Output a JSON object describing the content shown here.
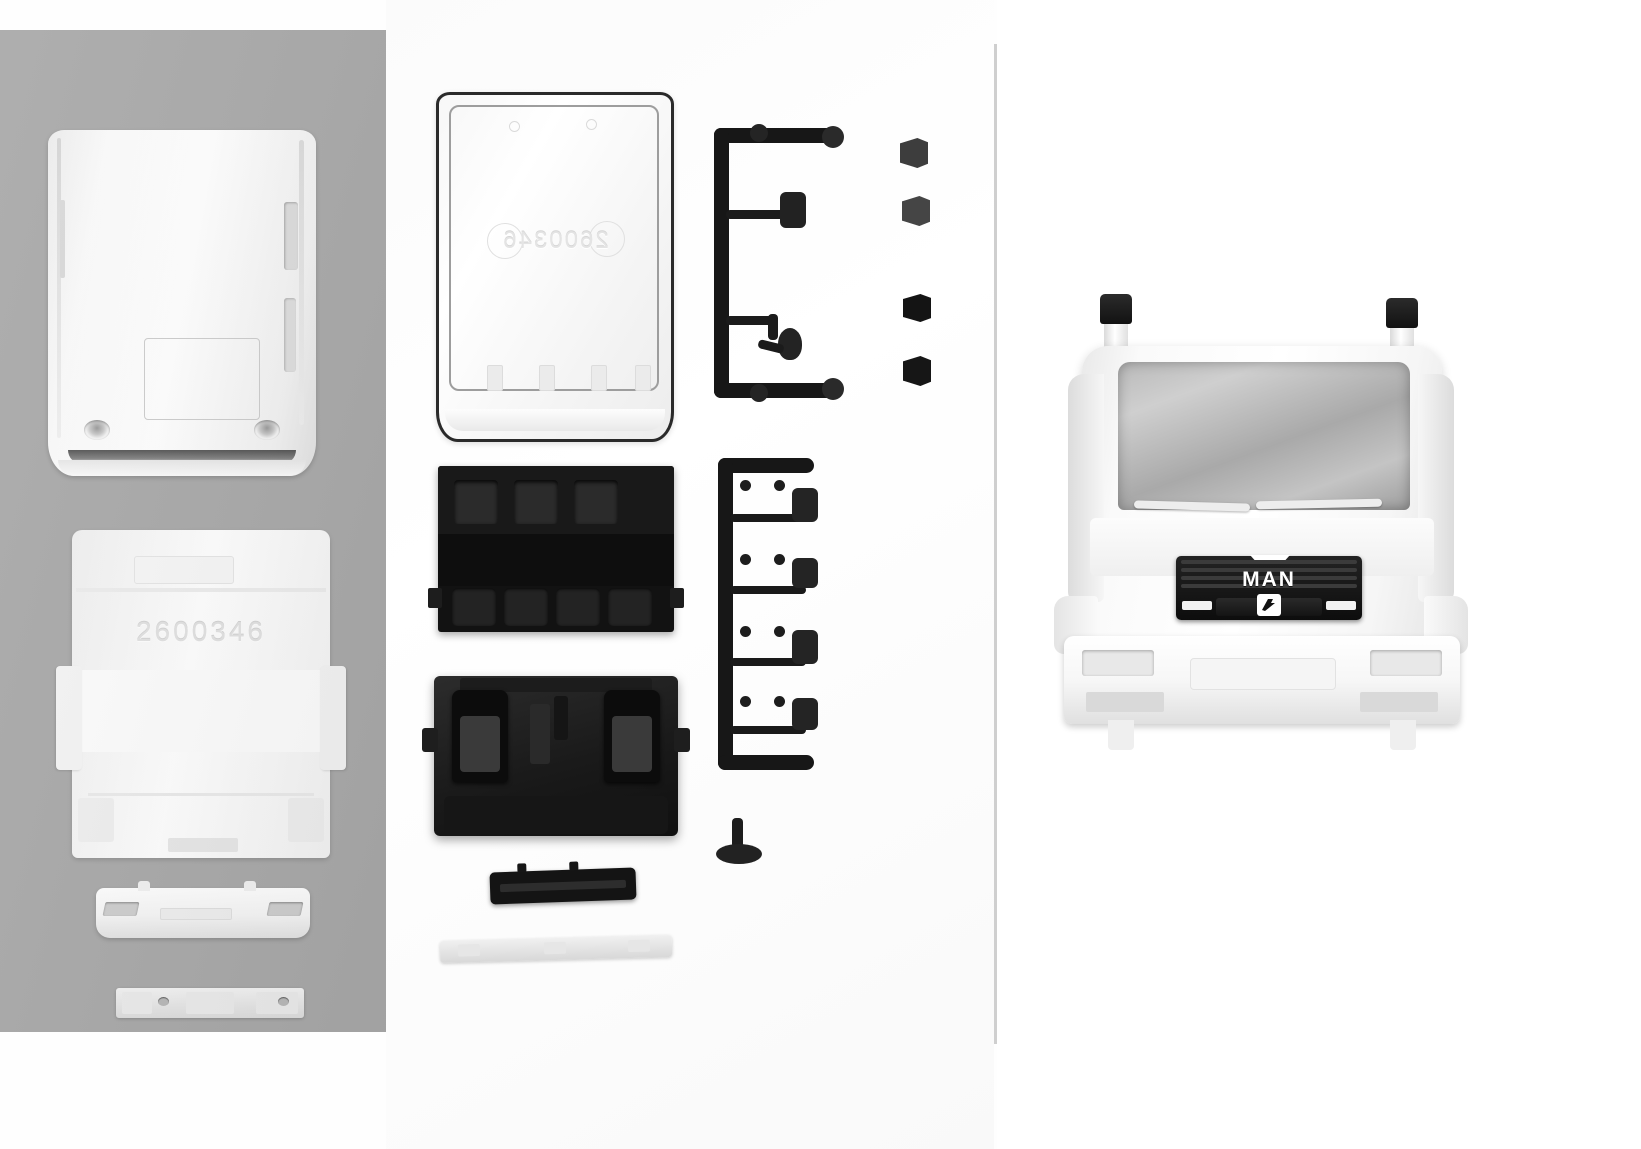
{
  "layout": {
    "panels": [
      {
        "id": "left",
        "name": "white-body-parts-grey-backdrop",
        "background": "#aaaaaa"
      },
      {
        "id": "center",
        "name": "black-sprue-parts-white-backdrop",
        "background": "#ffffff"
      },
      {
        "id": "right",
        "name": "assembled-cab",
        "background": "#ffffff"
      }
    ],
    "divider_color": "#cfcfcf"
  },
  "left_panel": {
    "parts": [
      {
        "name": "cab-roof-shell",
        "finish": "white-plastic"
      },
      {
        "name": "rear-wall-panel",
        "finish": "white-plastic",
        "molded_number": "2600346"
      },
      {
        "name": "front-bumper",
        "finish": "white-plastic"
      },
      {
        "name": "step-bracket",
        "finish": "white-plastic"
      }
    ],
    "molded_number": "2600346"
  },
  "center_panel": {
    "parts": [
      {
        "name": "windscreen-glazing-frame",
        "finish": "clear-plastic",
        "molded_number_mirrored": "2600346"
      },
      {
        "name": "mirror-arm-sprue-upper",
        "finish": "black-plastic"
      },
      {
        "name": "loose-fittings-column",
        "finish": "black-plastic",
        "count": 4
      },
      {
        "name": "dashboard-block",
        "finish": "black-plastic"
      },
      {
        "name": "interior-floor-with-seats",
        "finish": "black-plastic"
      },
      {
        "name": "mirror-arm-sprue-lower",
        "finish": "black-plastic"
      },
      {
        "name": "sill-trim-strip",
        "finish": "black-plastic"
      },
      {
        "name": "gear-knob-pedal-part",
        "finish": "black-plastic"
      },
      {
        "name": "grey-cross-member-bar",
        "finish": "grey-plastic"
      }
    ]
  },
  "right_panel": {
    "model": {
      "name": "assembled-truck-cab",
      "brand_text": "MAN",
      "grille_emblem": "man-lion",
      "body_color": "#ffffff",
      "glass_color": "#b4b4b4",
      "exhaust_cap_color": "#121212"
    }
  },
  "colors": {
    "grey_backdrop": "#aaaaaa",
    "white_backdrop": "#ffffff",
    "black_plastic": "#1b1b1b",
    "white_plastic": "#f3f3f3",
    "divider": "#cfcfcf"
  }
}
